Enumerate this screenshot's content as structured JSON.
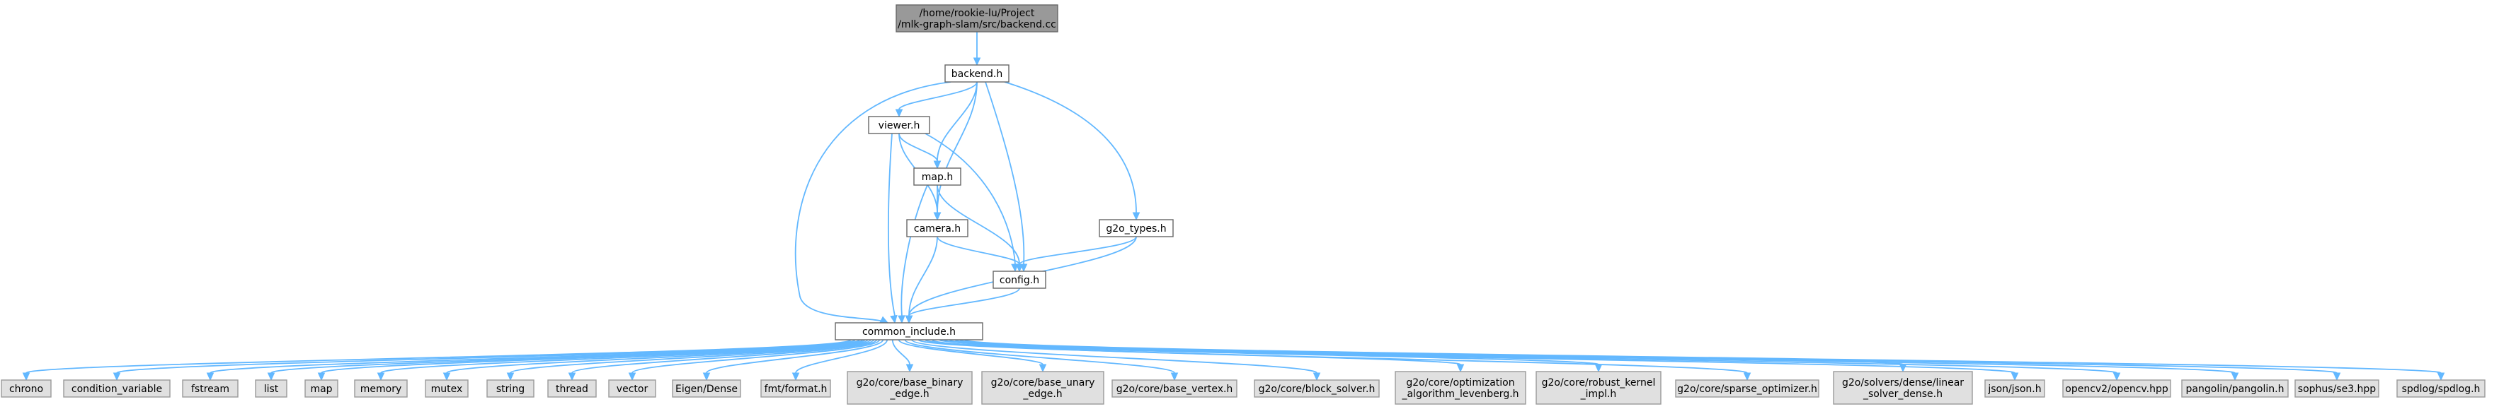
{
  "graph": {
    "nodes": [
      {
        "id": "root",
        "lines": [
          "/home/rookie-lu/Project",
          "/mlk-graph-slam/src/backend.cc"
        ],
        "style": "root"
      },
      {
        "id": "backend",
        "lines": [
          "backend.h"
        ],
        "style": "white"
      },
      {
        "id": "viewer",
        "lines": [
          "viewer.h"
        ],
        "style": "white"
      },
      {
        "id": "map",
        "lines": [
          "map.h"
        ],
        "style": "white"
      },
      {
        "id": "camera",
        "lines": [
          "camera.h"
        ],
        "style": "white"
      },
      {
        "id": "g2o_types",
        "lines": [
          "g2o_types.h"
        ],
        "style": "white"
      },
      {
        "id": "config",
        "lines": [
          "config.h"
        ],
        "style": "white"
      },
      {
        "id": "common",
        "lines": [
          "common_include.h"
        ],
        "style": "white"
      },
      {
        "id": "chrono",
        "lines": [
          "chrono"
        ],
        "style": "gray"
      },
      {
        "id": "condvar",
        "lines": [
          "condition_variable"
        ],
        "style": "gray"
      },
      {
        "id": "fstream",
        "lines": [
          "fstream"
        ],
        "style": "gray"
      },
      {
        "id": "list",
        "lines": [
          "list"
        ],
        "style": "gray"
      },
      {
        "id": "map_std",
        "lines": [
          "map"
        ],
        "style": "gray"
      },
      {
        "id": "memory",
        "lines": [
          "memory"
        ],
        "style": "gray"
      },
      {
        "id": "mutex",
        "lines": [
          "mutex"
        ],
        "style": "gray"
      },
      {
        "id": "string",
        "lines": [
          "string"
        ],
        "style": "gray"
      },
      {
        "id": "thread",
        "lines": [
          "thread"
        ],
        "style": "gray"
      },
      {
        "id": "vector",
        "lines": [
          "vector"
        ],
        "style": "gray"
      },
      {
        "id": "eigen",
        "lines": [
          "Eigen/Dense"
        ],
        "style": "gray"
      },
      {
        "id": "fmt",
        "lines": [
          "fmt/format.h"
        ],
        "style": "gray"
      },
      {
        "id": "g2o_base_binary",
        "lines": [
          "g2o/core/base_binary",
          "_edge.h"
        ],
        "style": "gray"
      },
      {
        "id": "g2o_base_unary",
        "lines": [
          "g2o/core/base_unary",
          "_edge.h"
        ],
        "style": "gray"
      },
      {
        "id": "g2o_base_vertex",
        "lines": [
          "g2o/core/base_vertex.h"
        ],
        "style": "gray"
      },
      {
        "id": "g2o_block",
        "lines": [
          "g2o/core/block_solver.h"
        ],
        "style": "gray"
      },
      {
        "id": "g2o_opt",
        "lines": [
          "g2o/core/optimization",
          "_algorithm_levenberg.h"
        ],
        "style": "gray"
      },
      {
        "id": "g2o_robust",
        "lines": [
          "g2o/core/robust_kernel",
          "_impl.h"
        ],
        "style": "gray"
      },
      {
        "id": "g2o_sparse",
        "lines": [
          "g2o/core/sparse_optimizer.h"
        ],
        "style": "gray"
      },
      {
        "id": "g2o_linear",
        "lines": [
          "g2o/solvers/dense/linear",
          "_solver_dense.h"
        ],
        "style": "gray"
      },
      {
        "id": "json",
        "lines": [
          "json/json.h"
        ],
        "style": "gray"
      },
      {
        "id": "opencv",
        "lines": [
          "opencv2/opencv.hpp"
        ],
        "style": "gray"
      },
      {
        "id": "pangolin",
        "lines": [
          "pangolin/pangolin.h"
        ],
        "style": "gray"
      },
      {
        "id": "sophus",
        "lines": [
          "sophus/se3.hpp"
        ],
        "style": "gray"
      },
      {
        "id": "spdlog",
        "lines": [
          "spdlog/spdlog.h"
        ],
        "style": "gray"
      }
    ],
    "edges": [
      {
        "from": "root",
        "to": "backend"
      },
      {
        "from": "backend",
        "to": "viewer"
      },
      {
        "from": "backend",
        "to": "map"
      },
      {
        "from": "backend",
        "to": "camera"
      },
      {
        "from": "backend",
        "to": "g2o_types"
      },
      {
        "from": "backend",
        "to": "config"
      },
      {
        "from": "backend",
        "to": "common"
      },
      {
        "from": "viewer",
        "to": "map"
      },
      {
        "from": "viewer",
        "to": "camera"
      },
      {
        "from": "viewer",
        "to": "config"
      },
      {
        "from": "viewer",
        "to": "common"
      },
      {
        "from": "map",
        "to": "camera"
      },
      {
        "from": "map",
        "to": "config"
      },
      {
        "from": "map",
        "to": "common"
      },
      {
        "from": "camera",
        "to": "config"
      },
      {
        "from": "camera",
        "to": "common"
      },
      {
        "from": "g2o_types",
        "to": "config"
      },
      {
        "from": "g2o_types",
        "to": "common"
      },
      {
        "from": "config",
        "to": "common"
      },
      {
        "from": "common",
        "to": "chrono"
      },
      {
        "from": "common",
        "to": "condvar"
      },
      {
        "from": "common",
        "to": "fstream"
      },
      {
        "from": "common",
        "to": "list"
      },
      {
        "from": "common",
        "to": "map_std"
      },
      {
        "from": "common",
        "to": "memory"
      },
      {
        "from": "common",
        "to": "mutex"
      },
      {
        "from": "common",
        "to": "string"
      },
      {
        "from": "common",
        "to": "thread"
      },
      {
        "from": "common",
        "to": "vector"
      },
      {
        "from": "common",
        "to": "eigen"
      },
      {
        "from": "common",
        "to": "fmt"
      },
      {
        "from": "common",
        "to": "g2o_base_binary"
      },
      {
        "from": "common",
        "to": "g2o_base_unary"
      },
      {
        "from": "common",
        "to": "g2o_base_vertex"
      },
      {
        "from": "common",
        "to": "g2o_block"
      },
      {
        "from": "common",
        "to": "g2o_opt"
      },
      {
        "from": "common",
        "to": "g2o_robust"
      },
      {
        "from": "common",
        "to": "g2o_sparse"
      },
      {
        "from": "common",
        "to": "g2o_linear"
      },
      {
        "from": "common",
        "to": "json"
      },
      {
        "from": "common",
        "to": "opencv"
      },
      {
        "from": "common",
        "to": "pangolin"
      },
      {
        "from": "common",
        "to": "sophus"
      },
      {
        "from": "common",
        "to": "spdlog"
      }
    ]
  }
}
